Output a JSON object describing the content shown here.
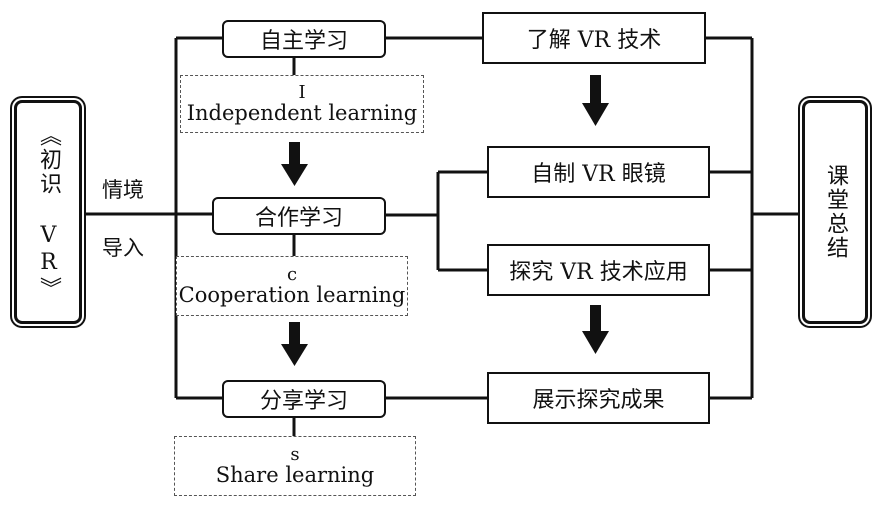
{
  "start": "《初识 VR》",
  "intro": {
    "line1": "情境",
    "line2": "导入"
  },
  "end": "课堂总结",
  "stages": [
    {
      "title": "自主学习",
      "letter": "I",
      "english": "Independent learning"
    },
    {
      "title": "合作学习",
      "letter": "c",
      "english": "Cooperation learning"
    },
    {
      "title": "分享学习",
      "letter": "s",
      "english": "Share learning"
    }
  ],
  "activities": [
    "了解 VR 技术",
    "自制 VR 眼镜",
    "探究 VR 技术应用",
    "展示探究成果"
  ]
}
